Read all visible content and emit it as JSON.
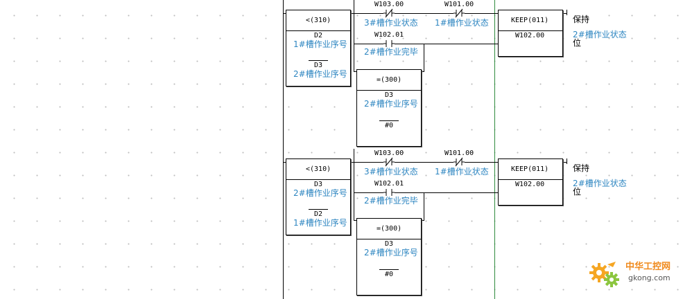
{
  "colors": {
    "wire": "#000000",
    "comment": "#2e86c1",
    "right_rail": "#2e8b3e",
    "grid_dot": "#bdbdbd"
  },
  "rungs": [
    {
      "compare": {
        "title": "<(310)",
        "op1": "D2",
        "op1_comment": "1#槽作业序号",
        "op2": "D3",
        "op2_comment": "2#槽作业序号"
      },
      "contact_nc_1": {
        "address": "W103.00",
        "comment": "3#槽作业状态"
      },
      "contact_nc_2": {
        "address": "W101.00",
        "comment": "1#槽作业状态"
      },
      "contact_no": {
        "address": "W102.01",
        "comment": "2#槽作业完毕"
      },
      "equal": {
        "title": "=(300)",
        "op1": "D3",
        "op1_comment": "2#槽作业序号",
        "op2": "#0"
      },
      "keep": {
        "title": "KEEP(011)",
        "address": "W102.00",
        "label": "保持",
        "comment_line1": "2#槽作业状态",
        "comment_line2": "位"
      }
    },
    {
      "compare": {
        "title": "<(310)",
        "op1": "D3",
        "op1_comment": "2#槽作业序号",
        "op2": "D2",
        "op2_comment": "1#槽作业序号"
      },
      "contact_nc_1": {
        "address": "W103.00",
        "comment": "3#槽作业状态"
      },
      "contact_nc_2": {
        "address": "W101.00",
        "comment": "1#槽作业状态"
      },
      "contact_no": {
        "address": "W102.01",
        "comment": "2#槽作业完毕"
      },
      "equal": {
        "title": "=(300)",
        "op1": "D3",
        "op1_comment": "2#槽作业序号",
        "op2": "#0"
      },
      "keep": {
        "title": "KEEP(011)",
        "address": "W102.00",
        "label": "保持",
        "comment_line1": "2#槽作业状态",
        "comment_line2": "位"
      }
    }
  ],
  "watermark": {
    "brand": "中华工控网",
    "url": "gkong.com",
    "icon": "gear-icon"
  }
}
